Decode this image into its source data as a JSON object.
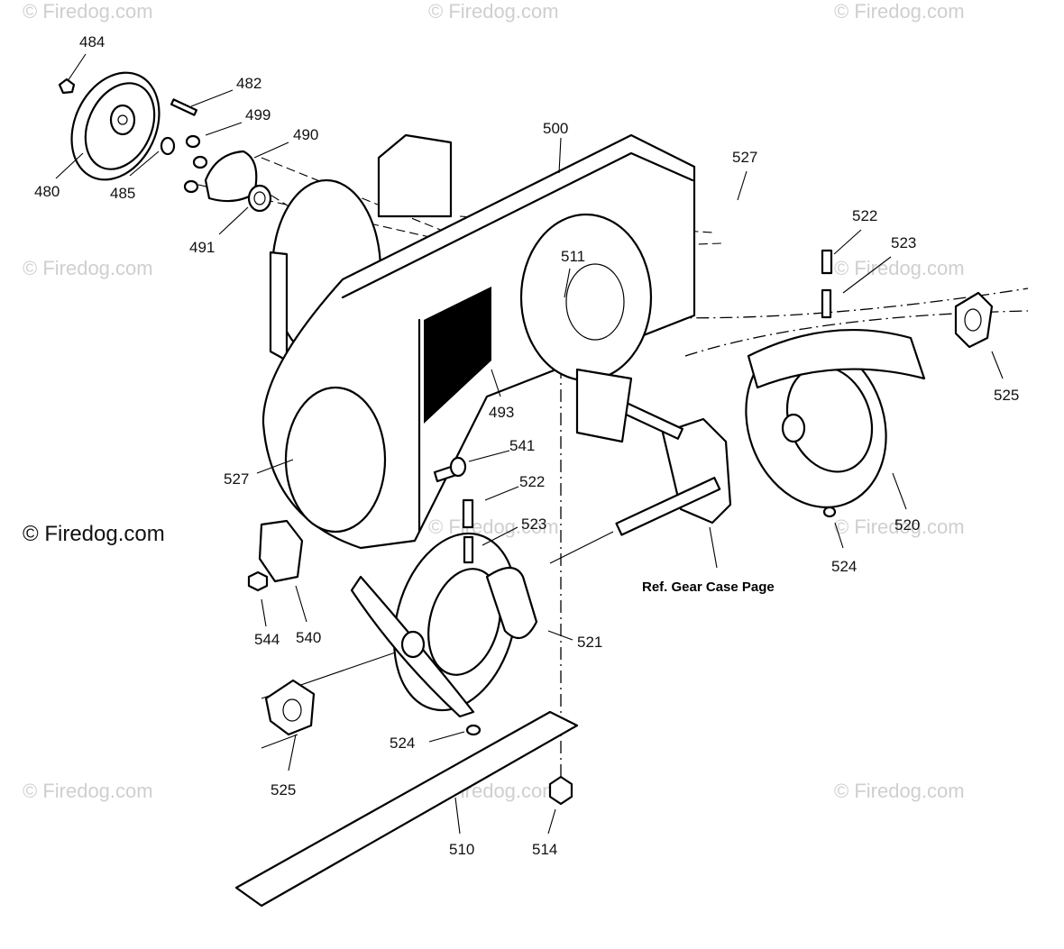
{
  "watermarks": {
    "text": "© Firedog.com",
    "prominent": "© Firedog.com"
  },
  "callouts": {
    "c484": "484",
    "c482": "482",
    "c499": "499",
    "c490": "490",
    "c480": "480",
    "c485": "485",
    "c491": "491",
    "c500": "500",
    "c527a": "527",
    "c527b": "527",
    "c522a": "522",
    "c522b": "522",
    "c523a": "523",
    "c523b": "523",
    "c511": "511",
    "c525a": "525",
    "c525b": "525",
    "c493": "493",
    "c541": "541",
    "c520": "520",
    "c524a": "524",
    "c524b": "524",
    "c521": "521",
    "c544": "544",
    "c540": "540",
    "c510": "510",
    "c514": "514"
  },
  "reference_note": "Ref. Gear Case Page"
}
